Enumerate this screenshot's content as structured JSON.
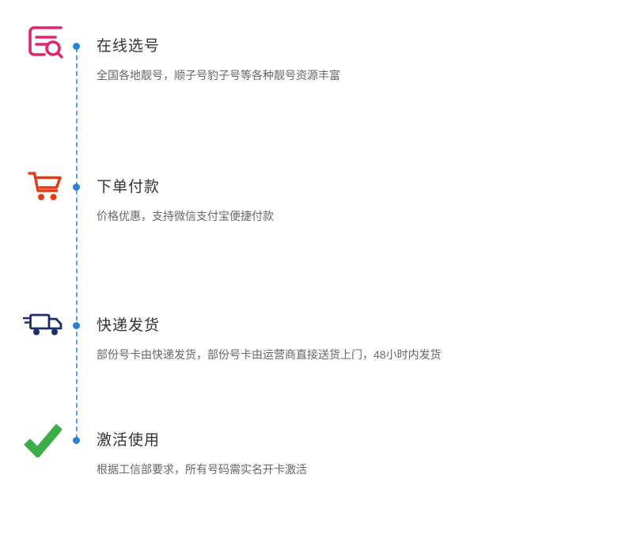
{
  "colors": {
    "timeline_line": "#5c9fe5",
    "timeline_dot": "#2d7fd6",
    "step1_icon": "#e0246e",
    "step2_icon": "#e43a19",
    "step3_icon": "#1d2d69",
    "step4_icon": "#3bae49",
    "title_text": "#333333",
    "desc_text": "#666666"
  },
  "steps": [
    {
      "icon": "list-search-icon",
      "title": "在线选号",
      "description": "全国各地靓号，顺子号豹子号等各种靓号资源丰富"
    },
    {
      "icon": "cart-icon",
      "title": "下单付款",
      "description": "价格优惠，支持微信支付宝便捷付款"
    },
    {
      "icon": "truck-icon",
      "title": "快递发货",
      "description": "部份号卡由快递发货，部份号卡由运营商直接送货上门，48小时内发货"
    },
    {
      "icon": "checkmark-icon",
      "title": "激活使用",
      "description": "根据工信部要求，所有号码需实名开卡激活"
    }
  ]
}
